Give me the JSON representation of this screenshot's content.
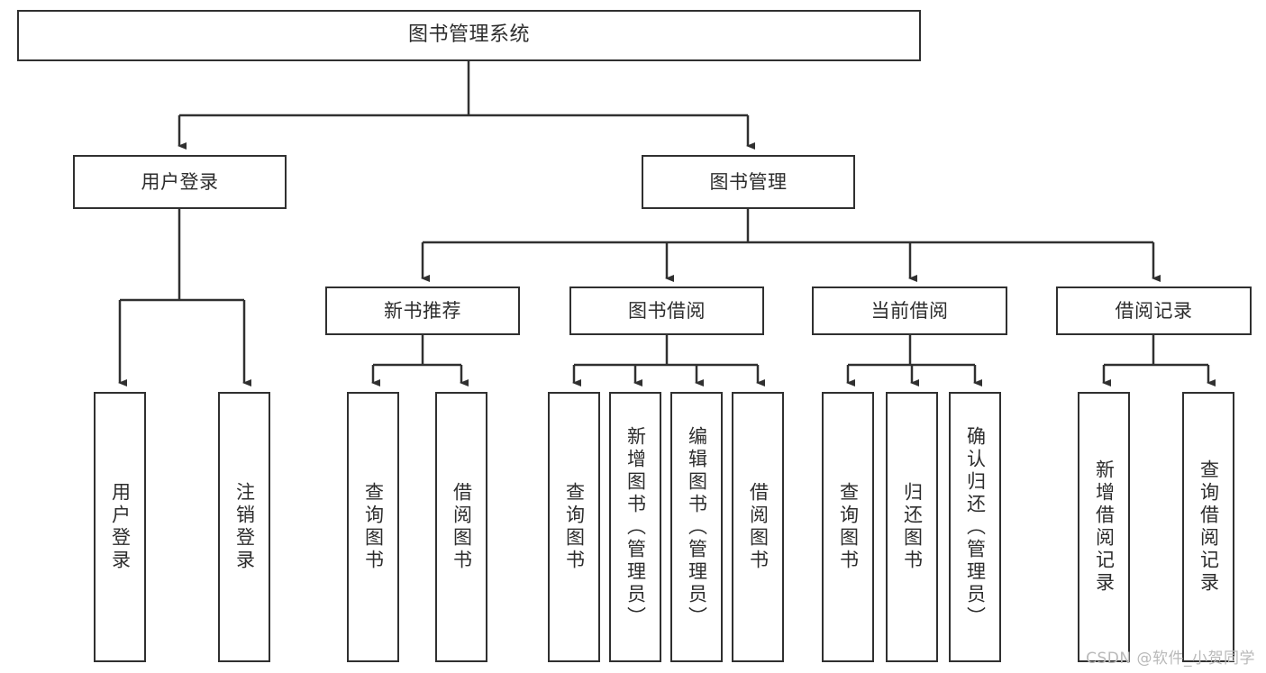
{
  "diagram": {
    "title": "图书管理系统",
    "type": "hierarchy-tree",
    "root": {
      "label": "图书管理系统"
    },
    "level1": [
      {
        "id": "user-login",
        "label": "用户登录"
      },
      {
        "id": "book-management",
        "label": "图书管理"
      }
    ],
    "level2": [
      {
        "id": "new-book-recommend",
        "label": "新书推荐",
        "parent": "book-management"
      },
      {
        "id": "book-borrow",
        "label": "图书借阅",
        "parent": "book-management"
      },
      {
        "id": "current-borrow",
        "label": "当前借阅",
        "parent": "book-management"
      },
      {
        "id": "borrow-record",
        "label": "借阅记录",
        "parent": "book-management"
      }
    ],
    "leaves": {
      "user-login": [
        {
          "id": "leaf-user-login",
          "label": "用户登录"
        },
        {
          "id": "leaf-user-logout",
          "label": "注销登录"
        }
      ],
      "new-book-recommend": [
        {
          "id": "leaf-query-book-1",
          "label": "查询图书"
        },
        {
          "id": "leaf-borrow-book-1",
          "label": "借阅图书"
        }
      ],
      "book-borrow": [
        {
          "id": "leaf-query-book-2",
          "label": "查询图书"
        },
        {
          "id": "leaf-add-book",
          "label": "新增图书（管理员）"
        },
        {
          "id": "leaf-edit-book",
          "label": "编辑图书（管理员）"
        },
        {
          "id": "leaf-borrow-book-2",
          "label": "借阅图书"
        }
      ],
      "current-borrow": [
        {
          "id": "leaf-query-book-3",
          "label": "查询图书"
        },
        {
          "id": "leaf-return-book",
          "label": "归还图书"
        },
        {
          "id": "leaf-confirm-return",
          "label": "确认归还（管理员）"
        }
      ],
      "borrow-record": [
        {
          "id": "leaf-add-record",
          "label": "新增借阅记录"
        },
        {
          "id": "leaf-query-record",
          "label": "查询借阅记录"
        }
      ]
    }
  },
  "watermark": {
    "text": "CSDN @软件_小贺同学"
  },
  "colors": {
    "border": "#303030",
    "text": "#2d2d2d",
    "background": "#ffffff",
    "watermark": "#b9b9b9"
  }
}
